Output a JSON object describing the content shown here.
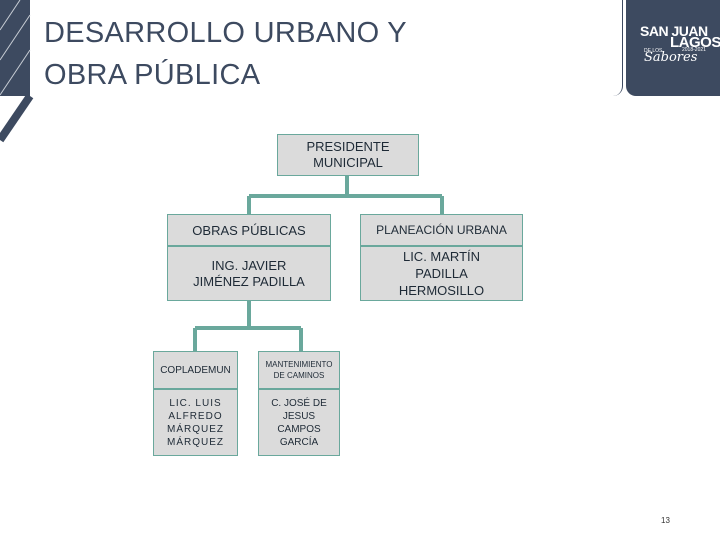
{
  "header": {
    "title_line1": "DESARROLLO URBANO Y",
    "title_line2": "OBRA PÚBLICA"
  },
  "logo": {
    "line1": "SAN JUAN",
    "small": "DE LOS",
    "line2": "LAGOS",
    "years": "2018-2021",
    "signature": "Sabores"
  },
  "org_chart": {
    "root": "PRESIDENTE MUNICIPAL",
    "obras_title": "OBRAS PÚBLICAS",
    "obras_head": "ING. JAVIER JIMÉNEZ PADILLA",
    "planeacion_title": "PLANEACIÓN URBANA",
    "planeacion_head": "LIC. MARTÍN PADILLA HERMOSILLO",
    "coplademun_title": "COPLADEMUN",
    "coplademun_head": "LIC. LUIS ALFREDO MÁRQUEZ MÁRQUEZ",
    "caminos_title": "MANTENIMIENTO DE CAMINOS",
    "caminos_head": "C. JOSÉ DE JESUS CAMPOS GARCÍA"
  },
  "colors": {
    "header": "#3d4a60",
    "node_fill": "#dbdbdb",
    "node_border": "#6aa89c",
    "connector": "#6aa89c"
  },
  "footer": {
    "page_number": "13"
  }
}
